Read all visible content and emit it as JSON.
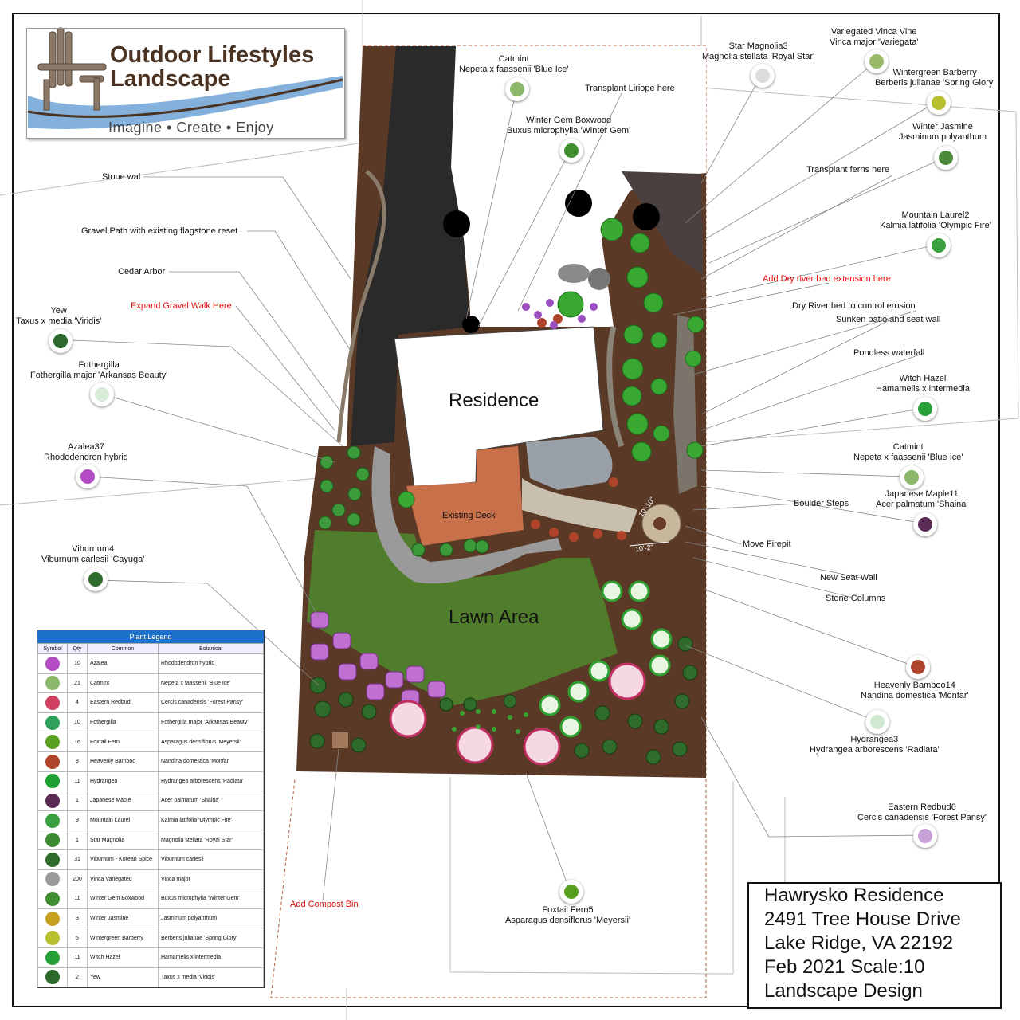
{
  "logo": {
    "line1": "Outdoor Lifestyles",
    "line2": "Landscape",
    "tagline": "Imagine  •  Create  •  Enjoy",
    "color_brown": "#4a3322",
    "color_blue": "#6fa3d6"
  },
  "areas": {
    "residence": "Residence",
    "lawn": "Lawn Area",
    "deck": "Existing Deck"
  },
  "dims": {
    "d1": "10'-10\"",
    "d2": "10'-2\""
  },
  "callouts": {
    "catmint_top": {
      "line1": "Catmint",
      "line2": "Nepeta x faassenii 'Blue Ice'"
    },
    "star_magnolia": {
      "line1": "Star Magnolia3",
      "line2": "Magnolia stellata 'Royal Star'"
    },
    "vinca": {
      "line1": "Variegated Vinca Vine",
      "line2": "Vinca major 'Variegata'"
    },
    "wintergreen": {
      "line1": "Wintergreen Barberry",
      "line2": "Berberis julianae 'Spring Glory'"
    },
    "transplant_liriope": "Transplant Liriope here",
    "winter_gem": {
      "line1": "Winter Gem Boxwood",
      "line2": "Buxus microphylla 'Winter Gem'"
    },
    "winter_jasmine": {
      "line1": "Winter Jasmine",
      "line2": "Jasminum polyanthum"
    },
    "transplant_ferns": "Transplant ferns here",
    "stone_wall": "Stone wal",
    "mountain_laurel": {
      "line1": "Mountain Laurel2",
      "line2": "Kalmia latifolia 'Olympic Fire'"
    },
    "gravel_path": "Gravel Path with existing flagstone reset",
    "cedar_arbor": "Cedar Arbor",
    "dry_river_ext": "Add Dry river bed extension here",
    "expand_gravel": "Expand Gravel Walk Here",
    "dry_river": "Dry River bed to control erosion",
    "yew": {
      "line1": "Yew",
      "line2": "Taxus x media 'Viridis'"
    },
    "sunken_patio": "Sunken patio and seat wall",
    "pondless": "Pondless waterfall",
    "fothergilla": {
      "line1": "Fothergilla",
      "line2": "Fothergilla major 'Arkansas Beauty'"
    },
    "witch_hazel": {
      "line1": "Witch Hazel",
      "line2": "Hamamelis x intermedia"
    },
    "azalea": {
      "line1": "Azalea37",
      "line2": "Rhododendron hybrid"
    },
    "catmint_right": {
      "line1": "Catmint",
      "line2": "Nepeta x faassenii 'Blue Ice'"
    },
    "japanese_maple": {
      "line1": "Japanese Maple11",
      "line2": "Acer palmatum 'Shaina'"
    },
    "boulder_steps": "Boulder Steps",
    "move_firepit": "Move Firepit",
    "viburnum": {
      "line1": "Viburnum4",
      "line2": "Viburnum carlesii 'Cayuga'"
    },
    "new_seat_wall": "New Seat Wall",
    "stone_columns": "Stone Columns",
    "heavenly_bamboo": {
      "line1": "Heavenly Bamboo14",
      "line2": "Nandina domestica 'Monfar'"
    },
    "hydrangea": {
      "line1": "Hydrangea3",
      "line2": "Hydrangea arborescens 'Radiata'"
    },
    "eastern_redbud": {
      "line1": "Eastern Redbud6",
      "line2": "Cercis canadensis 'Forest Pansy'"
    },
    "foxtail": {
      "line1": "Foxtail Fern5",
      "line2": "Asparagus densiflorus 'Meyersii'"
    },
    "compost": "Add Compost Bin"
  },
  "legend": {
    "title": "Plant Legend",
    "headers": [
      "Symbol",
      "Qty",
      "Common",
      "Botanical"
    ],
    "rows": [
      {
        "qty": "10",
        "common": "Azalea",
        "botanical": "Rhododendron hybrid",
        "color": "#b24bc4"
      },
      {
        "qty": "21",
        "common": "Catmint",
        "botanical": "Nepeta x faassenii 'Blue Ice'",
        "color": "#8bb86a"
      },
      {
        "qty": "4",
        "common": "Eastern Redbud",
        "botanical": "Cercis canadensis 'Forest Pansy'",
        "color": "#d04060"
      },
      {
        "qty": "10",
        "common": "Fothergilla",
        "botanical": "Fothergilla major 'Arkansas Beauty'",
        "color": "#2fa05a"
      },
      {
        "qty": "16",
        "common": "Foxtail Fern",
        "botanical": "Asparagus densiflorus 'Meyersii'",
        "color": "#5aa020"
      },
      {
        "qty": "8",
        "common": "Heavenly Bamboo",
        "botanical": "Nandina domestica 'Monfar'",
        "color": "#b0442a"
      },
      {
        "qty": "11",
        "common": "Hydrangea",
        "botanical": "Hydrangea arborescens 'Radiata'",
        "color": "#1ea032"
      },
      {
        "qty": "1",
        "common": "Japanese Maple",
        "botanical": "Acer palmatum 'Shaina'",
        "color": "#5a2a55"
      },
      {
        "qty": "9",
        "common": "Mountain Laurel",
        "botanical": "Kalmia latifolia 'Olympic Fire'",
        "color": "#3aa040"
      },
      {
        "qty": "1",
        "common": "Star Magnolia",
        "botanical": "Magnolia stellata 'Royal Star'",
        "color": "#3c8a32"
      },
      {
        "qty": "31",
        "common": "Viburnum - Korean Spice",
        "botanical": "Viburnum carlesii",
        "color": "#2f6b2a"
      },
      {
        "qty": "200",
        "common": "Vinca Variegated",
        "botanical": "Vinca major",
        "color": "#9a9a9a"
      },
      {
        "qty": "11",
        "common": "Winter Gem Boxwood",
        "botanical": "Buxus microphylla 'Winter Gem'",
        "color": "#3f8f30"
      },
      {
        "qty": "3",
        "common": "Winter Jasmine",
        "botanical": "Jasminum polyanthum",
        "color": "#c8a020"
      },
      {
        "qty": "5",
        "common": "Wintergreen Barberry",
        "botanical": "Berberis julianae 'Spring Glory'",
        "color": "#b8c030"
      },
      {
        "qty": "11",
        "common": "Witch Hazel",
        "botanical": "Hamamelis x intermedia",
        "color": "#28a038"
      },
      {
        "qty": "2",
        "common": "Yew",
        "botanical": "Taxus x media 'Viridis'",
        "color": "#2c6a2c"
      }
    ]
  },
  "titleblock": {
    "name": "Hawrysko Residence",
    "address": "2491 Tree House Drive",
    "city": "Lake Ridge, VA 22192",
    "date_scale": "Feb 2021 Scale:10",
    "type": "Landscape Design"
  },
  "colors": {
    "mulch": "#5a3a26",
    "lawn": "#4f7d2c",
    "driveway": "#2a2a2a",
    "deck": "#c8704a",
    "red_note": "#e01010"
  }
}
